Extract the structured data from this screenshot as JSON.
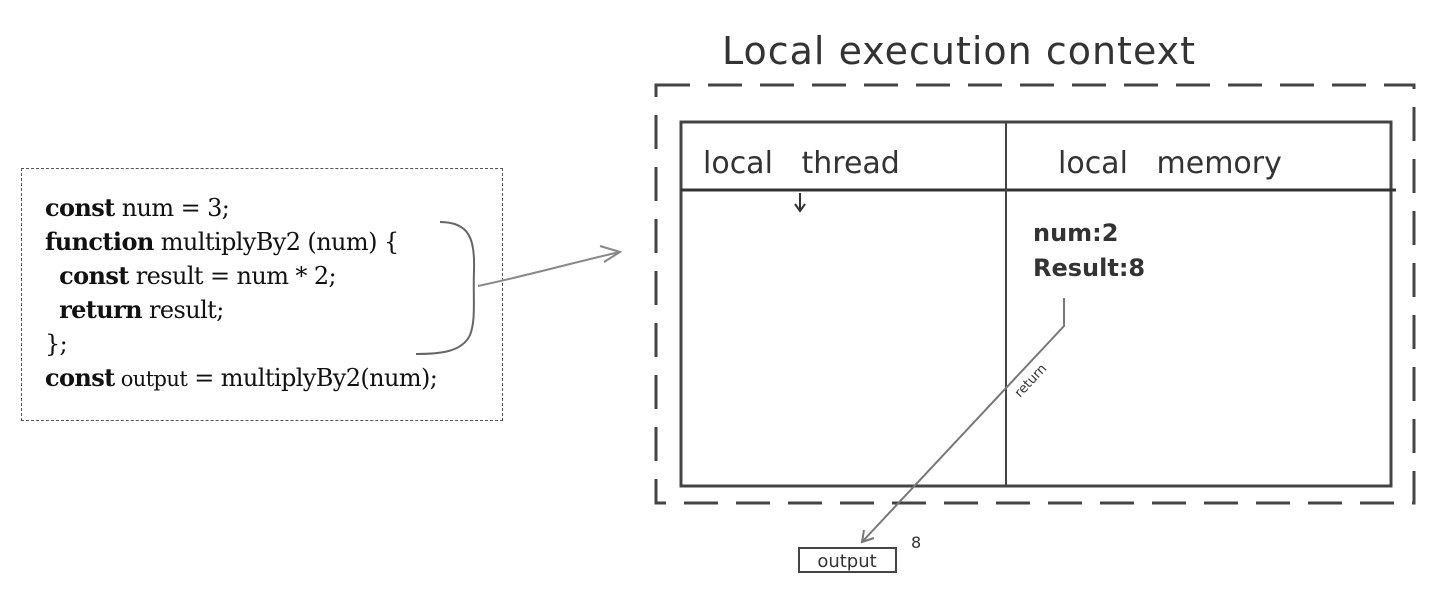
{
  "code": {
    "lines": [
      {
        "keyword": "const",
        "rest": " num = 3;"
      },
      {
        "keyword": "function",
        "rest": " multiplyBy2 (num) {"
      },
      {
        "keyword": "const",
        "rest": " result = num * 2;"
      },
      {
        "keyword": "return",
        "rest": " result;"
      },
      {
        "keyword": "",
        "rest": "};"
      },
      {
        "keyword": "const",
        "rest_small": " output",
        "rest": " = multiplyBy2(num);"
      }
    ]
  },
  "diagram": {
    "title": "Local execution context",
    "thread_label": "local   thread",
    "memory_label": "local   memory",
    "memory_items": [
      "num:2",
      "Result:8"
    ],
    "return_label": "return",
    "output_label": "output",
    "output_value": "8"
  },
  "colors": {
    "stroke": "#444444",
    "code_border": "#555555",
    "arrow": "#888888"
  }
}
